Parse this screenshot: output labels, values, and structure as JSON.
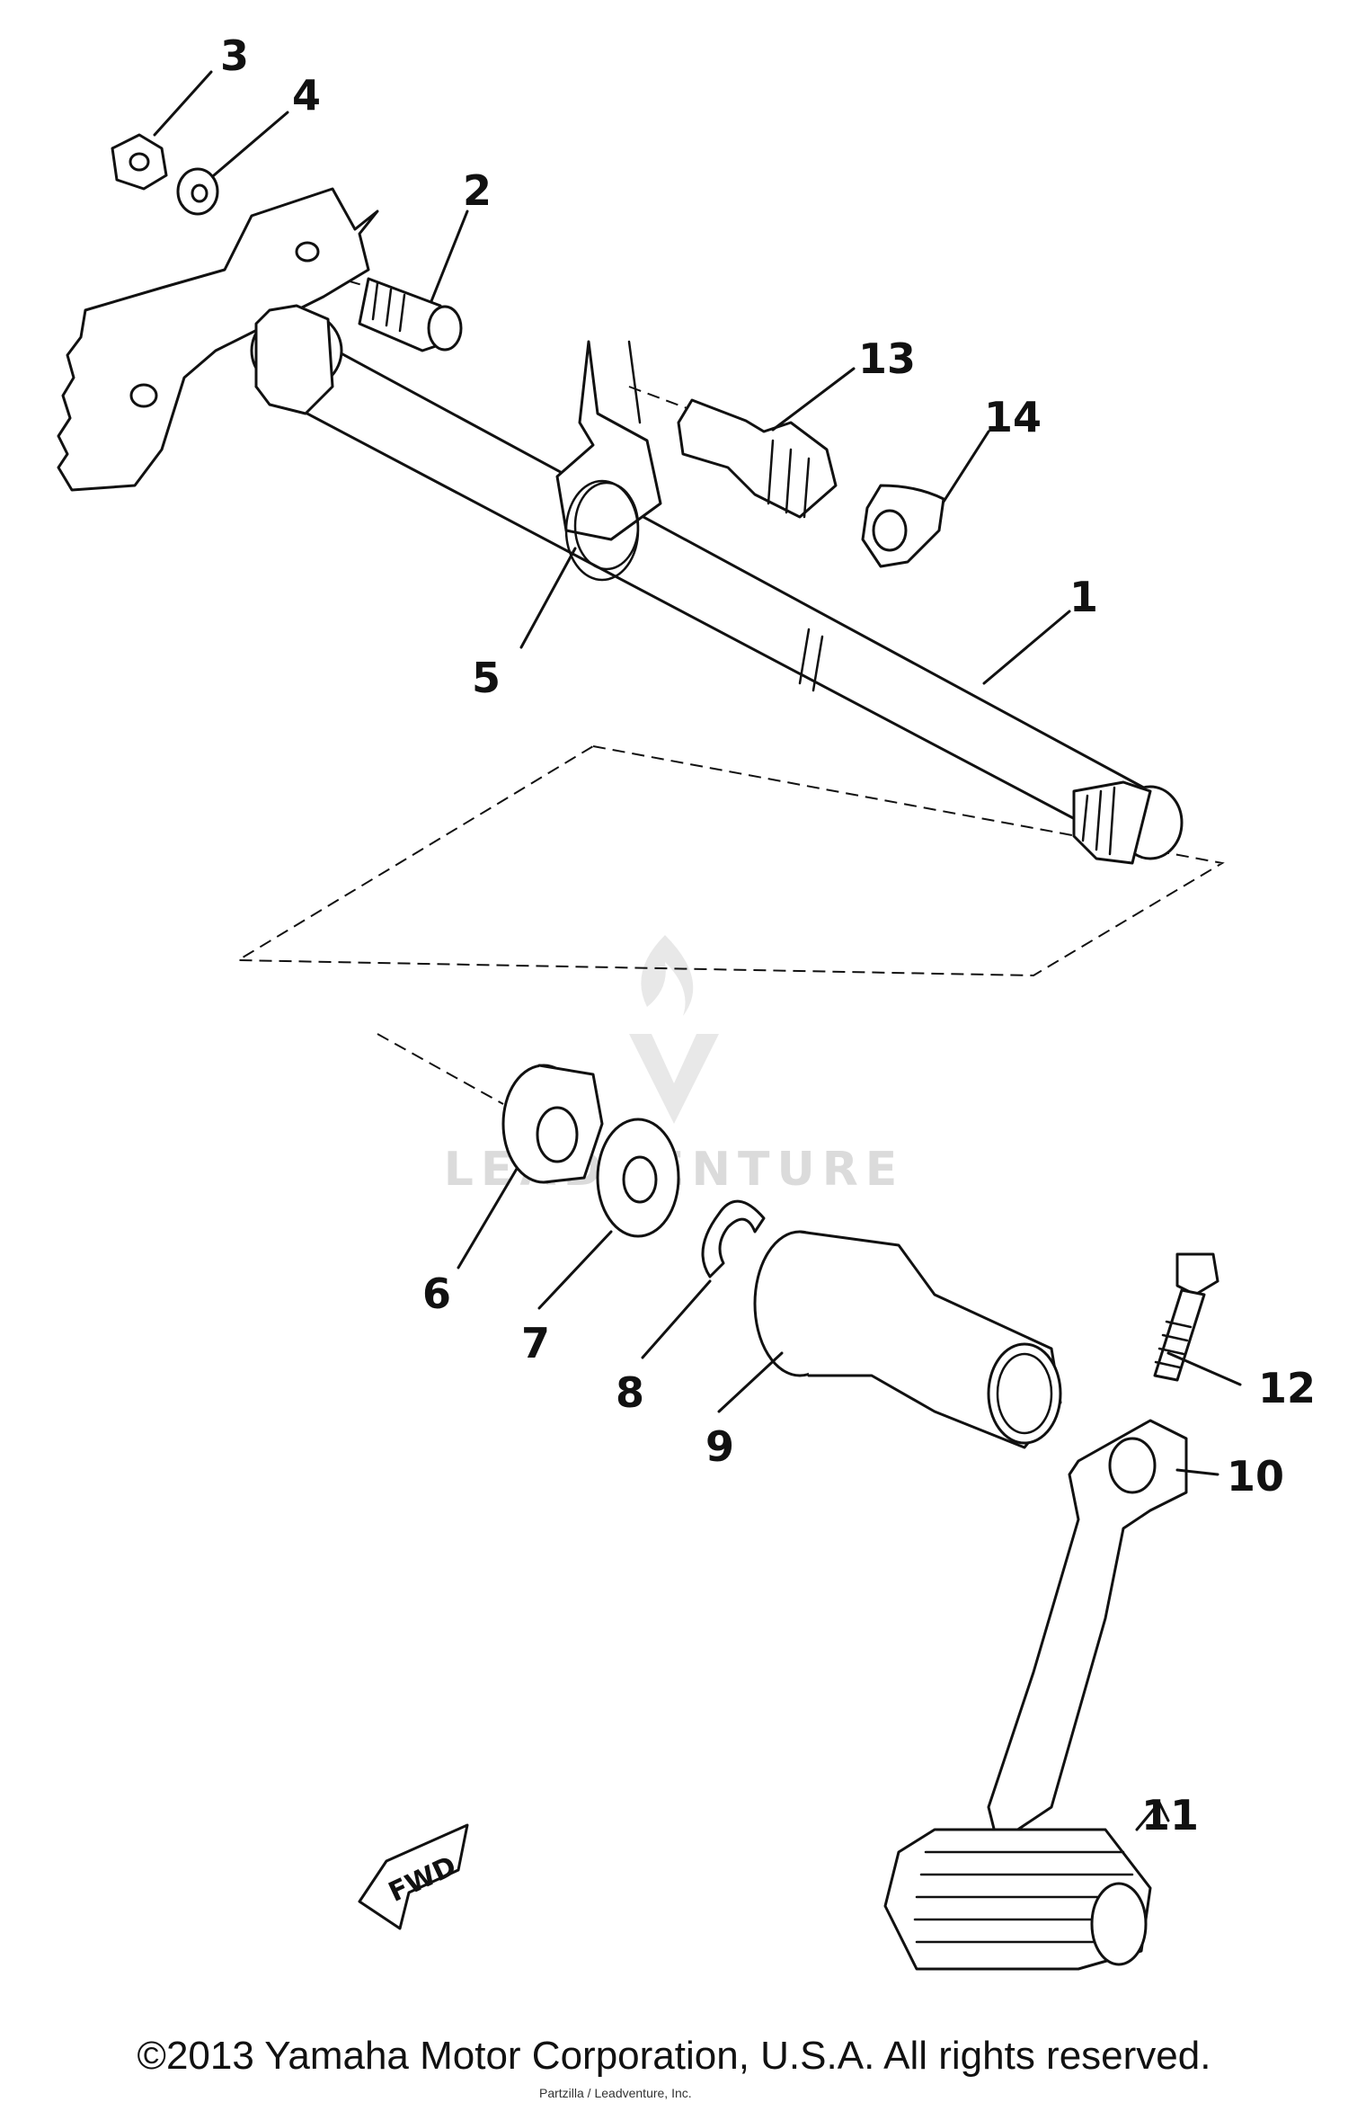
{
  "diagram": {
    "callouts": {
      "c1": "1",
      "c2": "2",
      "c3": "3",
      "c4": "4",
      "c5": "5",
      "c6": "6",
      "c7": "7",
      "c8": "8",
      "c9": "9",
      "c10": "10",
      "c11": "11",
      "c12": "12",
      "c13": "13",
      "c14": "14"
    },
    "fwd_label": "FWD",
    "watermark": "LEADVENTURE",
    "copyright": "©2013 Yamaha Motor Corporation, U.S.A. All rights reserved.",
    "small_credit": "Partzilla / Leadventure, Inc."
  }
}
